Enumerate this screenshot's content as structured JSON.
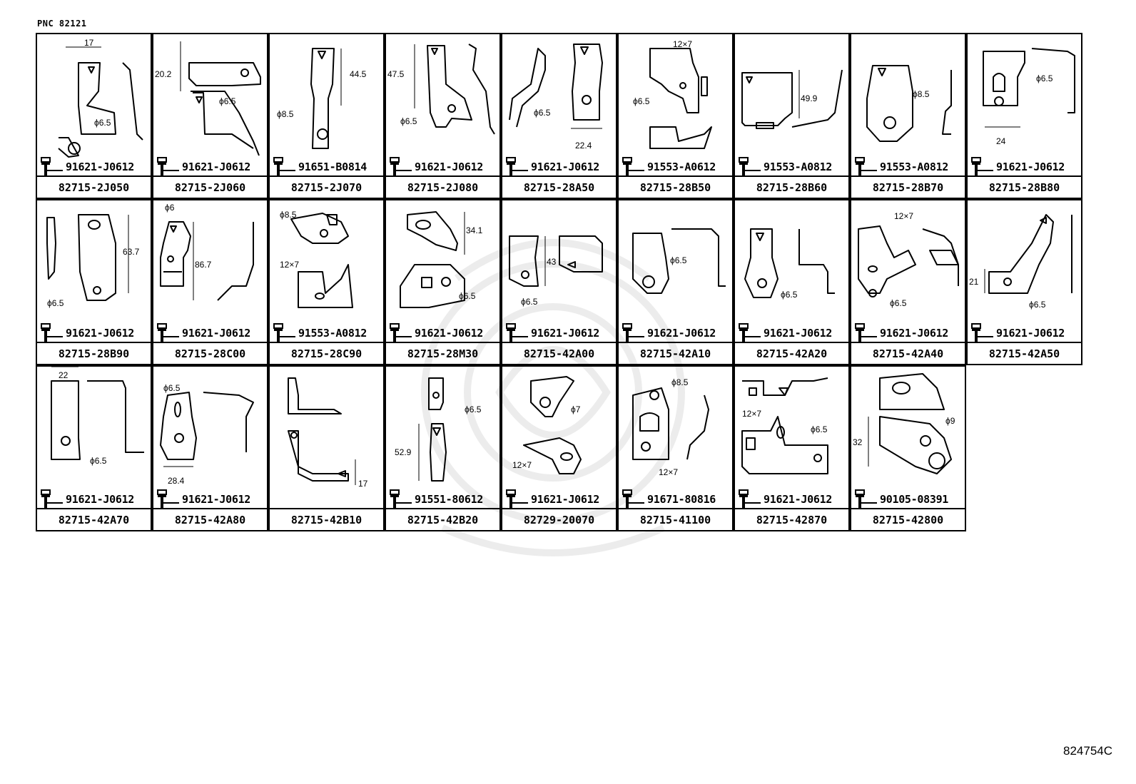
{
  "header": {
    "pnc": "PNC 82121"
  },
  "footer": {
    "ref": "824754C"
  },
  "rows": [
    [
      {
        "part": "82715-2J050",
        "bolt": "91621-J0612",
        "dims": [
          "17",
          "ϕ6.5"
        ],
        "shape": "a"
      },
      {
        "part": "82715-2J060",
        "bolt": "91621-J0612",
        "dims": [
          "20.2",
          "ϕ6.5"
        ],
        "shape": "b"
      },
      {
        "part": "82715-2J070",
        "bolt": "91651-B0814",
        "dims": [
          "44.5",
          "ϕ8.5"
        ],
        "shape": "c"
      },
      {
        "part": "82715-2J080",
        "bolt": "91621-J0612",
        "dims": [
          "47.5",
          "ϕ6.5"
        ],
        "shape": "d"
      },
      {
        "part": "82715-28A50",
        "bolt": "91621-J0612",
        "dims": [
          "ϕ6.5",
          "22.4"
        ],
        "shape": "e"
      },
      {
        "part": "82715-28B50",
        "bolt": "91553-A0612",
        "dims": [
          "12×7",
          "ϕ6.5"
        ],
        "shape": "f"
      },
      {
        "part": "82715-28B60",
        "bolt": "91553-A0812",
        "dims": [
          "49.9"
        ],
        "shape": "g"
      },
      {
        "part": "82715-28B70",
        "bolt": "91553-A0812",
        "dims": [
          "ϕ8.5"
        ],
        "shape": "h"
      },
      {
        "part": "82715-28B80",
        "bolt": "91621-J0612",
        "dims": [
          "ϕ6.5",
          "24"
        ],
        "shape": "i"
      }
    ],
    [
      {
        "part": "82715-28B90",
        "bolt": "91621-J0612",
        "dims": [
          "63.7",
          "ϕ6.5"
        ],
        "shape": "j"
      },
      {
        "part": "82715-28C00",
        "bolt": "91621-J0612",
        "dims": [
          "ϕ6",
          "86.7"
        ],
        "shape": "k"
      },
      {
        "part": "82715-28C90",
        "bolt": "91553-A0812",
        "dims": [
          "ϕ8.5",
          "12×7"
        ],
        "shape": "l"
      },
      {
        "part": "82715-28M30",
        "bolt": "91621-J0612",
        "dims": [
          "34.1",
          "ϕ6.5"
        ],
        "shape": "m"
      },
      {
        "part": "82715-42A00",
        "bolt": "91621-J0612",
        "dims": [
          "43",
          "ϕ6.5"
        ],
        "shape": "n"
      },
      {
        "part": "82715-42A10",
        "bolt": "91621-J0612",
        "dims": [
          "ϕ6.5"
        ],
        "shape": "o"
      },
      {
        "part": "82715-42A20",
        "bolt": "91621-J0612",
        "dims": [
          "ϕ6.5"
        ],
        "shape": "p"
      },
      {
        "part": "82715-42A40",
        "bolt": "91621-J0612",
        "dims": [
          "12×7",
          "ϕ6.5"
        ],
        "shape": "q"
      },
      {
        "part": "82715-42A50",
        "bolt": "91621-J0612",
        "dims": [
          "21",
          "ϕ6.5"
        ],
        "shape": "r"
      }
    ],
    [
      {
        "part": "82715-42A70",
        "bolt": "91621-J0612",
        "dims": [
          "22",
          "ϕ6.5"
        ],
        "shape": "s"
      },
      {
        "part": "82715-42A80",
        "bolt": "91621-J0612",
        "dims": [
          "ϕ6.5",
          "28.4"
        ],
        "shape": "t"
      },
      {
        "part": "82715-42B10",
        "bolt": "",
        "dims": [
          "17"
        ],
        "shape": "u"
      },
      {
        "part": "82715-42B20",
        "bolt": "91551-80612",
        "dims": [
          "ϕ6.5",
          "52.9"
        ],
        "shape": "v"
      },
      {
        "part": "82729-20070",
        "bolt": "91621-J0612",
        "dims": [
          "ϕ7",
          "12×7"
        ],
        "shape": "w"
      },
      {
        "part": "82715-41100",
        "bolt": "91671-80816",
        "dims": [
          "ϕ8.5",
          "12×7"
        ],
        "shape": "x"
      },
      {
        "part": "82715-42870",
        "bolt": "91621-J0612",
        "dims": [
          "12×7",
          "ϕ6.5"
        ],
        "shape": "y"
      },
      {
        "part": "82715-42800",
        "bolt": "90105-08391",
        "dims": [
          "32",
          "ϕ9"
        ],
        "shape": "z"
      }
    ]
  ]
}
